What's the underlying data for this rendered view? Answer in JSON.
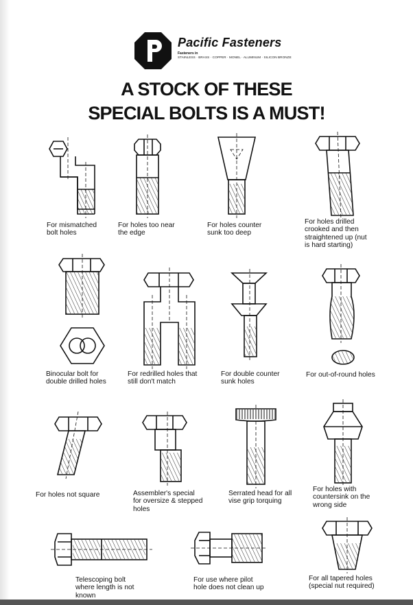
{
  "brand": {
    "name": "Pacific Fasteners",
    "sub1": "Fasteners in",
    "sub2": "STAINLESS · BRASS · COPPER · MONEL · ALUMINUM · SILICON BRONZE",
    "logo_icon": "pacific-fasteners-p-logo"
  },
  "headline": {
    "line1": "A STOCK OF THESE",
    "line2": "SPECIAL BOLTS IS A MUST!"
  },
  "bolts": [
    {
      "caption": "For mismatched\nbolt holes"
    },
    {
      "caption": "For holes too near\nthe edge"
    },
    {
      "caption": "For holes counter\nsunk  too deep"
    },
    {
      "caption": "For holes drilled\ncrooked and then\nstraightened up (nut\nis hard starting)"
    },
    {
      "caption": "Binocular bolt for\ndouble drilled holes"
    },
    {
      "caption": "For redrilled holes that\nstill don't match"
    },
    {
      "caption": "For double counter\nsunk holes"
    },
    {
      "caption": "For out-of-round holes"
    },
    {
      "caption": "For holes not square"
    },
    {
      "caption": "Assembler's special\nfor oversize & stepped\nholes"
    },
    {
      "caption": "Serrated head for all\nvise grip torquing"
    },
    {
      "caption": "For holes with\ncountersink on the\nwrong side"
    },
    {
      "caption": "Telescoping bolt\nwhere length is not\nknown"
    },
    {
      "caption": "For use where pilot\nhole does not clean up"
    },
    {
      "caption": "For all tapered holes\n(special nut required)"
    }
  ]
}
